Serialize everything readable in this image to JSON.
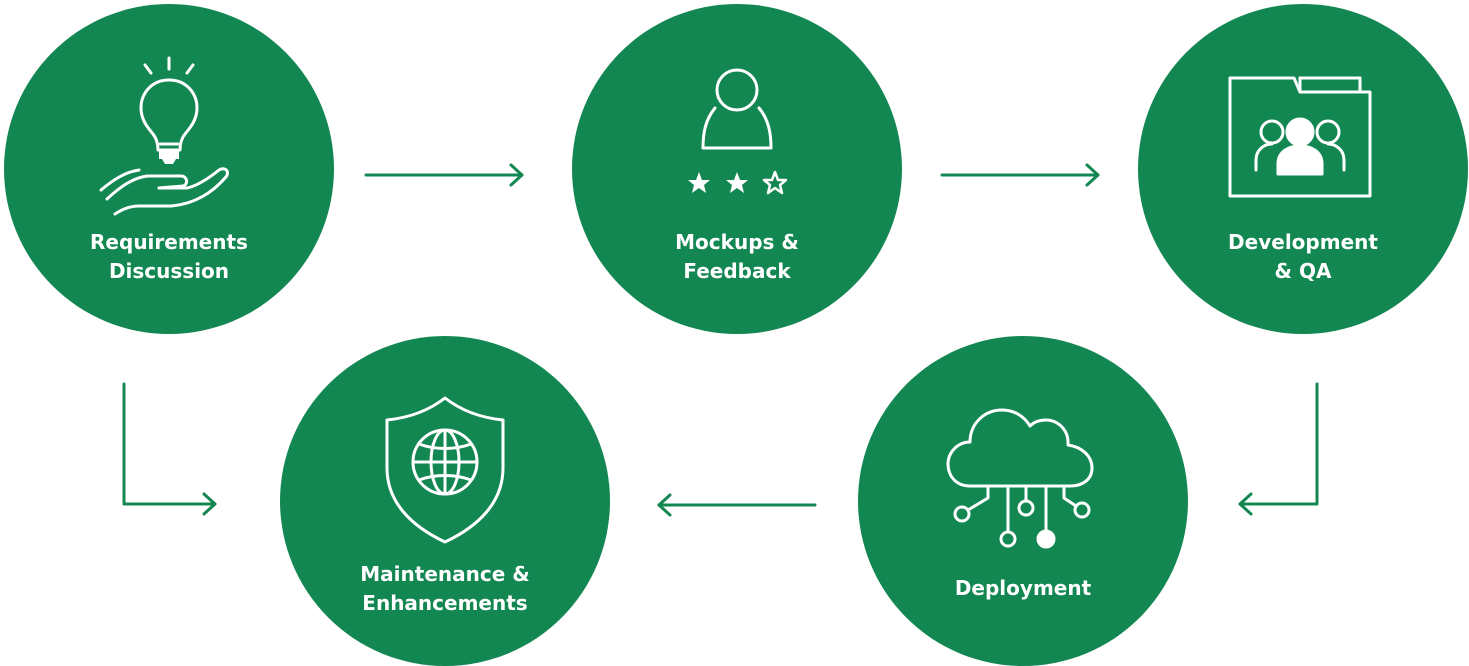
{
  "diagram": {
    "theme": {
      "node_color": "#138751",
      "arrow_color": "#138751",
      "icon_color": "#ffffff",
      "background": "#ffffff"
    },
    "steps": [
      {
        "label": "Requirements\nDiscussion",
        "icon": "lightbulb-hand-icon"
      },
      {
        "label": "Mockups &\nFeedback",
        "icon": "user-rating-icon"
      },
      {
        "label": "Development\n& QA",
        "icon": "team-folder-icon"
      },
      {
        "label": "Deployment",
        "icon": "cloud-network-icon"
      },
      {
        "label": "Maintenance &\nEnhancements",
        "icon": "shield-globe-icon"
      }
    ],
    "flow": [
      {
        "from": "Requirements\nDiscussion",
        "to": "Mockups &\nFeedback"
      },
      {
        "from": "Mockups &\nFeedback",
        "to": "Development\n& QA"
      },
      {
        "from": "Development\n& QA",
        "to": "Deployment"
      },
      {
        "from": "Deployment",
        "to": "Maintenance &\nEnhancements"
      },
      {
        "from": "Requirements\nDiscussion",
        "to": "Maintenance &\nEnhancements"
      }
    ]
  }
}
